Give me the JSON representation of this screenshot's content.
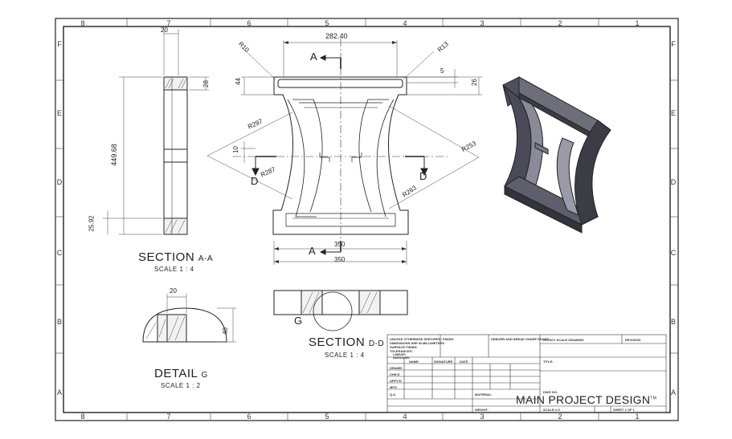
{
  "zones": {
    "cols": [
      "8",
      "7",
      "6",
      "5",
      "4",
      "3",
      "2",
      "1"
    ],
    "rows": [
      "F",
      "E",
      "D",
      "C",
      "B",
      "A"
    ]
  },
  "dims": {
    "top_width": "282.40",
    "r10": "R10",
    "r13": "R13",
    "d5": "5",
    "d26": "26",
    "d44": "44",
    "r297": "R297",
    "r253": "R253",
    "r287": "R287",
    "r263": "R263",
    "d10": "10",
    "w350a": "350",
    "w350b": "350",
    "sec_w20": "20",
    "sec_d28": "28",
    "sec_h": "449.68",
    "sec_d25": "25.92",
    "det_w20": "20",
    "det_h40": "40"
  },
  "markers": {
    "a_top": "A",
    "a_bottom": "A",
    "d_left": "D",
    "d_right": "D",
    "g": "G"
  },
  "views": {
    "section_aa": {
      "title": "SECTION",
      "suffix": "A-A",
      "scale": "SCALE 1 : 4"
    },
    "section_dd": {
      "title": "SECTION",
      "suffix": "D-D",
      "scale": "SCALE 1 : 4"
    },
    "detail_g": {
      "title": "DETAIL",
      "suffix": "G",
      "scale": "SCALE 1 : 2"
    }
  },
  "title_block": {
    "notes": "UNLESS OTHERWISE SPECIFIED:",
    "notes2": "DIMENSIONS ARE IN MILLIMETERS",
    "notes3": "SURFACE FINISH:",
    "notes4": "TOLERANCES:",
    "notes5": "LINEAR:",
    "notes6": "ANGULAR:",
    "finish": "FINISH:",
    "deburr": "DEBURR AND BREAK SHARP EDGES",
    "do_not_scale": "DO NOT SCALE DRAWING",
    "revision": "REVISION",
    "name": "NAME",
    "signature": "SIGNATURE",
    "date": "DATE",
    "drawn": "DRAWN",
    "chkd": "CHK'D",
    "appvd": "APPV'D",
    "mfg": "MFG",
    "qa": "Q.A",
    "material": "MATERIAL:",
    "weight": "WEIGHT:",
    "dwg_no": "DWG NO.",
    "title_label": "TITLE:",
    "main_title": "MAIN PROJECT DESIGN",
    "tm": "TM",
    "scale": "SCALE:1:5",
    "sheet": "SHEET 1 OF 1"
  }
}
